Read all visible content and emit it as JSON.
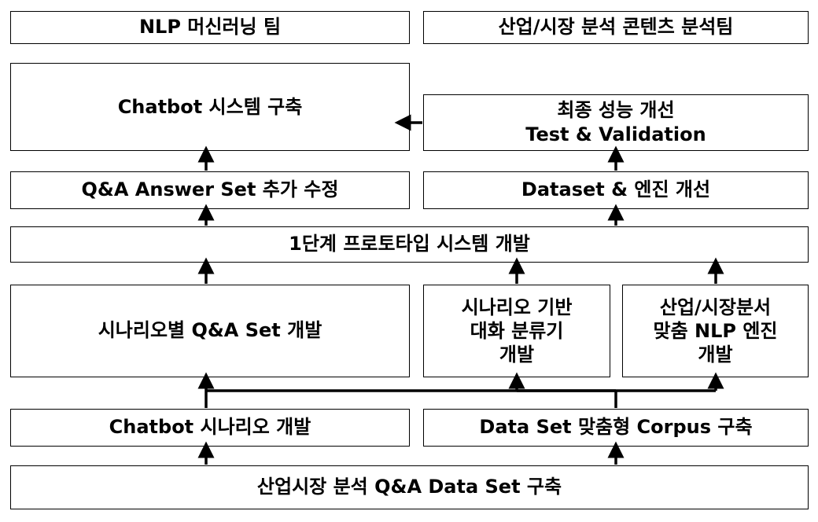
{
  "headers": {
    "nlp_team": "NLP 머신러닝 팀",
    "content_team": "산업/시장 분석 콘텐츠 분석팀"
  },
  "nodes": {
    "chatbot_build": "Chatbot 시스템 구축",
    "final_perf_title": "최종 성능 개선",
    "final_perf_sub": "Test & Validation",
    "qa_answer_set": "Q&A Answer Set 추가 수정",
    "dataset_engine": "Dataset & 엔진 개선",
    "prototype": "1단계 프로토타입 시스템 개발",
    "scenario_qa": "시나리오별 Q&A Set 개발",
    "classifier_l1": "시나리오 기반",
    "classifier_l2": "대화 분류기",
    "classifier_l3": "개발",
    "nlp_engine_l1": "산업/시장분서",
    "nlp_engine_l2": "맞춤 NLP 엔진",
    "nlp_engine_l3": "개발",
    "chatbot_scenario": "Chatbot 시나리오 개발",
    "corpus": "Data Set 맞춤형 Corpus 구축",
    "base_dataset": "산업시장 분석 Q&A Data Set 구축"
  }
}
